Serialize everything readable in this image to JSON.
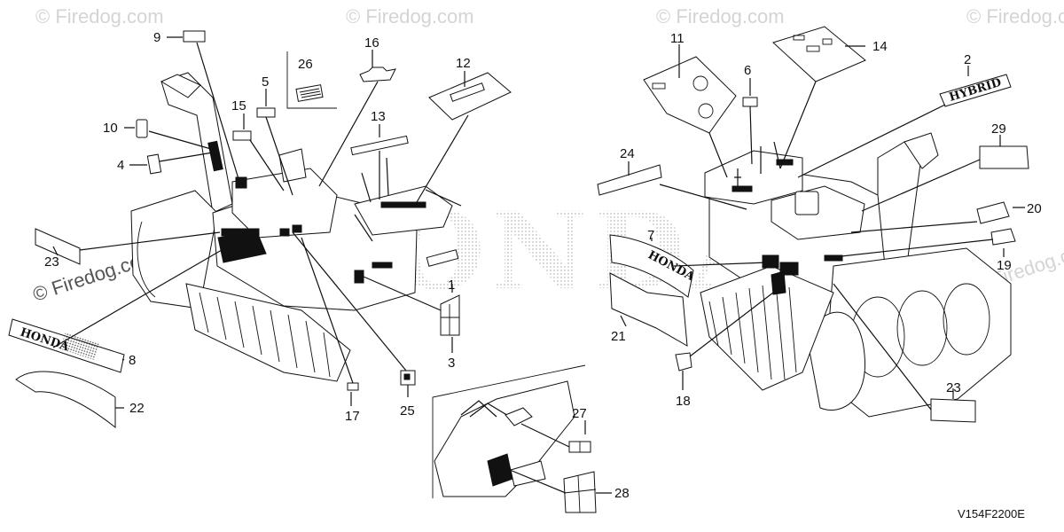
{
  "watermark": {
    "text": "© Firedog.com"
  },
  "diagram_code": "V154F2200E",
  "background_brand": "HONDA",
  "decal_texts": {
    "honda_large": "HONDA",
    "hybrid": "HYBRID",
    "honda_side": "HONDA"
  },
  "callouts": [
    {
      "id": "c1",
      "label": "1"
    },
    {
      "id": "c2",
      "label": "2"
    },
    {
      "id": "c3",
      "label": "3"
    },
    {
      "id": "c4",
      "label": "4"
    },
    {
      "id": "c5",
      "label": "5"
    },
    {
      "id": "c6",
      "label": "6"
    },
    {
      "id": "c7",
      "label": "7"
    },
    {
      "id": "c8",
      "label": "8"
    },
    {
      "id": "c9",
      "label": "9"
    },
    {
      "id": "c10",
      "label": "10"
    },
    {
      "id": "c11",
      "label": "11"
    },
    {
      "id": "c12",
      "label": "12"
    },
    {
      "id": "c13",
      "label": "13"
    },
    {
      "id": "c14",
      "label": "14"
    },
    {
      "id": "c15",
      "label": "15"
    },
    {
      "id": "c16",
      "label": "16"
    },
    {
      "id": "c17",
      "label": "17"
    },
    {
      "id": "c18",
      "label": "18"
    },
    {
      "id": "c19",
      "label": "19"
    },
    {
      "id": "c20",
      "label": "20"
    },
    {
      "id": "c21",
      "label": "21"
    },
    {
      "id": "c22",
      "label": "22"
    },
    {
      "id": "c23a",
      "label": "23"
    },
    {
      "id": "c23b",
      "label": "23"
    },
    {
      "id": "c24",
      "label": "24"
    },
    {
      "id": "c25",
      "label": "25"
    },
    {
      "id": "c26",
      "label": "26"
    },
    {
      "id": "c27",
      "label": "27"
    },
    {
      "id": "c28",
      "label": "28"
    },
    {
      "id": "c29",
      "label": "29"
    }
  ]
}
